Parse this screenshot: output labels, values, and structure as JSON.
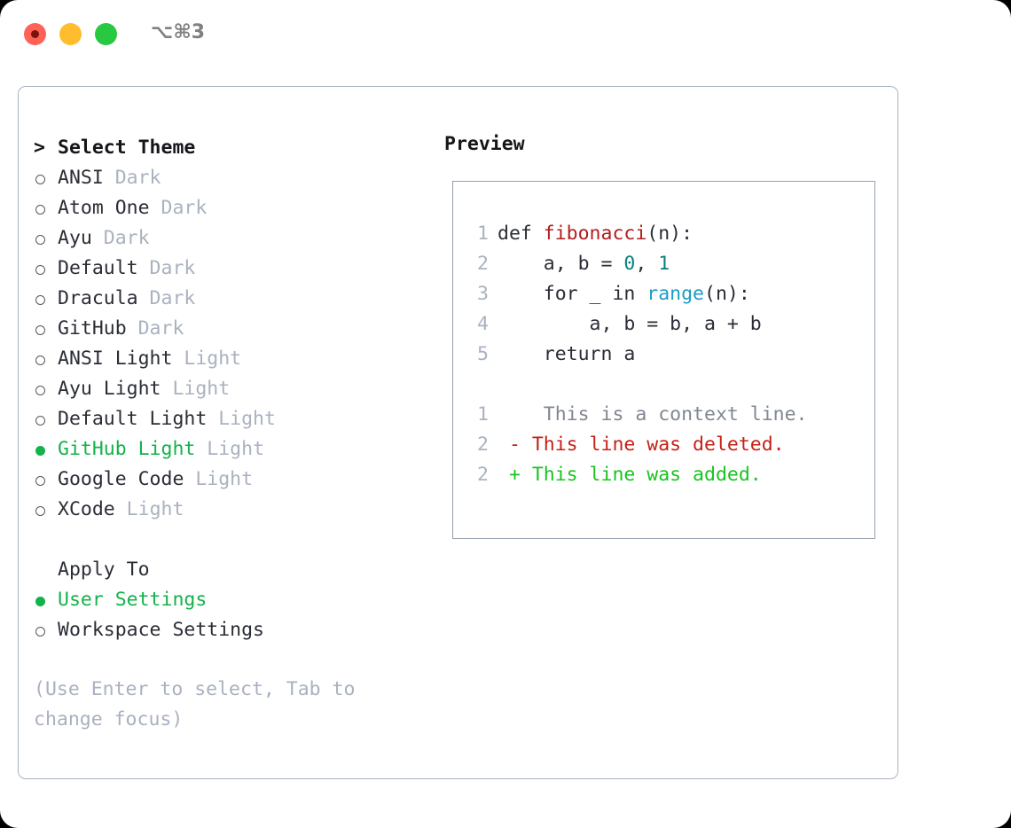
{
  "titlebar": {
    "shortcut": "⌥⌘3",
    "close_dot": "close-dot",
    "minimize_dot": "minimize-dot",
    "maximize_dot": "maximize-dot"
  },
  "theme_picker": {
    "header_marker": ">",
    "header_label": "Select Theme",
    "unselected_marker": "○",
    "selected_marker": "●",
    "items": [
      {
        "name": "ANSI",
        "category": "Dark",
        "selected": false
      },
      {
        "name": "Atom One",
        "category": "Dark",
        "selected": false
      },
      {
        "name": "Ayu",
        "category": "Dark",
        "selected": false
      },
      {
        "name": "Default",
        "category": "Dark",
        "selected": false
      },
      {
        "name": "Dracula",
        "category": "Dark",
        "selected": false
      },
      {
        "name": "GitHub",
        "category": "Dark",
        "selected": false
      },
      {
        "name": "ANSI Light",
        "category": "Light",
        "selected": false
      },
      {
        "name": "Ayu Light",
        "category": "Light",
        "selected": false
      },
      {
        "name": "Default Light",
        "category": "Light",
        "selected": false
      },
      {
        "name": "GitHub Light",
        "category": "Light",
        "selected": true
      },
      {
        "name": "Google Code",
        "category": "Light",
        "selected": false
      },
      {
        "name": "XCode",
        "category": "Light",
        "selected": false
      }
    ]
  },
  "apply_to": {
    "label": "Apply To",
    "options": [
      {
        "name": "User Settings",
        "selected": true
      },
      {
        "name": "Workspace Settings",
        "selected": false
      }
    ]
  },
  "help": {
    "line1": "(Use Enter to select, Tab to",
    "line2": "change focus)"
  },
  "preview": {
    "title": "Preview",
    "code_lines": [
      {
        "number": "1",
        "tokens": [
          {
            "text": "def ",
            "type": "plain"
          },
          {
            "text": "fibonacci",
            "type": "fn"
          },
          {
            "text": "(n):",
            "type": "plain"
          }
        ]
      },
      {
        "number": "2",
        "tokens": [
          {
            "text": "    a, b = ",
            "type": "plain"
          },
          {
            "text": "0",
            "type": "num"
          },
          {
            "text": ", ",
            "type": "plain"
          },
          {
            "text": "1",
            "type": "num"
          }
        ]
      },
      {
        "number": "3",
        "tokens": [
          {
            "text": "    for _ in ",
            "type": "plain"
          },
          {
            "text": "range",
            "type": "call"
          },
          {
            "text": "(n):",
            "type": "plain"
          }
        ]
      },
      {
        "number": "4",
        "tokens": [
          {
            "text": "        a, b = b, a + b",
            "type": "plain"
          }
        ]
      },
      {
        "number": "5",
        "tokens": [
          {
            "text": "    return a",
            "type": "plain"
          }
        ]
      }
    ],
    "diff_lines": [
      {
        "number": "1",
        "marker": " ",
        "text": "  This is a context line.",
        "type": "ctx"
      },
      {
        "number": "2",
        "marker": "-",
        "text": " This line was deleted.",
        "type": "del"
      },
      {
        "number": "2",
        "marker": "+",
        "text": " This line was added.",
        "type": "add"
      }
    ]
  },
  "colors": {
    "accent_green": "#12b34a",
    "text_primary": "#2b2d36",
    "text_muted": "#aab2c0",
    "border": "#a9b2c0",
    "code_function": "#b31d1d",
    "code_number": "#0a8080",
    "code_call": "#1a9ec4",
    "diff_deleted": "#c42116",
    "diff_added": "#19c41f"
  }
}
